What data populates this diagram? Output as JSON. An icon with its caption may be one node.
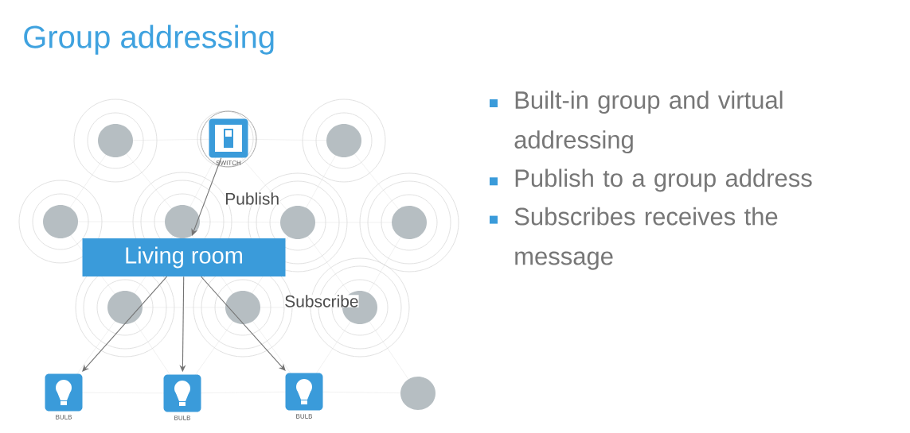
{
  "diagram": {
    "title": "Group addressing",
    "nodes": [
      {
        "text": [
          "Living room"
        ]
      },
      {
        "text": [],
        "shape": "switch",
        "beside": [
          "SWITCH"
        ]
      },
      {
        "text": [],
        "shape": "bulb",
        "beside": [
          "BULB"
        ]
      },
      {
        "text": [],
        "shape": "bulb",
        "beside": [
          "BULB"
        ]
      },
      {
        "text": [],
        "shape": "bulb",
        "beside": [
          "BULB"
        ]
      }
    ],
    "edges": [
      {
        "from": 1,
        "to": 0,
        "arrow": "to"
      },
      {
        "from": 0,
        "to": 2,
        "arrow": "to"
      },
      {
        "from": 0,
        "to": 3,
        "arrow": "to"
      },
      {
        "from": 0,
        "to": 4,
        "arrow": "to"
      }
    ],
    "labels": [
      "Publish",
      "Subscribe",
      "Built-in group and virtual addressing",
      "Publish to a group address",
      "Subscribes receives the message"
    ]
  }
}
